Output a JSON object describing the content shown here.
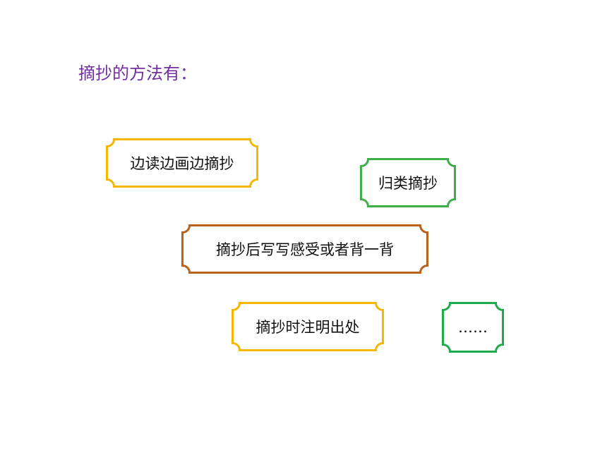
{
  "slide": {
    "title": "摘抄的方法有：",
    "title_color": "#7030a0",
    "boxes": [
      {
        "label": "边读边画边摘抄",
        "border_color": "#f5b800"
      },
      {
        "label": "归类摘抄",
        "border_color": "#3fae49"
      },
      {
        "label": "摘抄后写写感受或者背一背",
        "border_color": "#b8621b"
      },
      {
        "label": "摘抄时注明出处",
        "border_color": "#f5b800"
      },
      {
        "label": "……",
        "border_color": "#1eab4c"
      }
    ]
  }
}
